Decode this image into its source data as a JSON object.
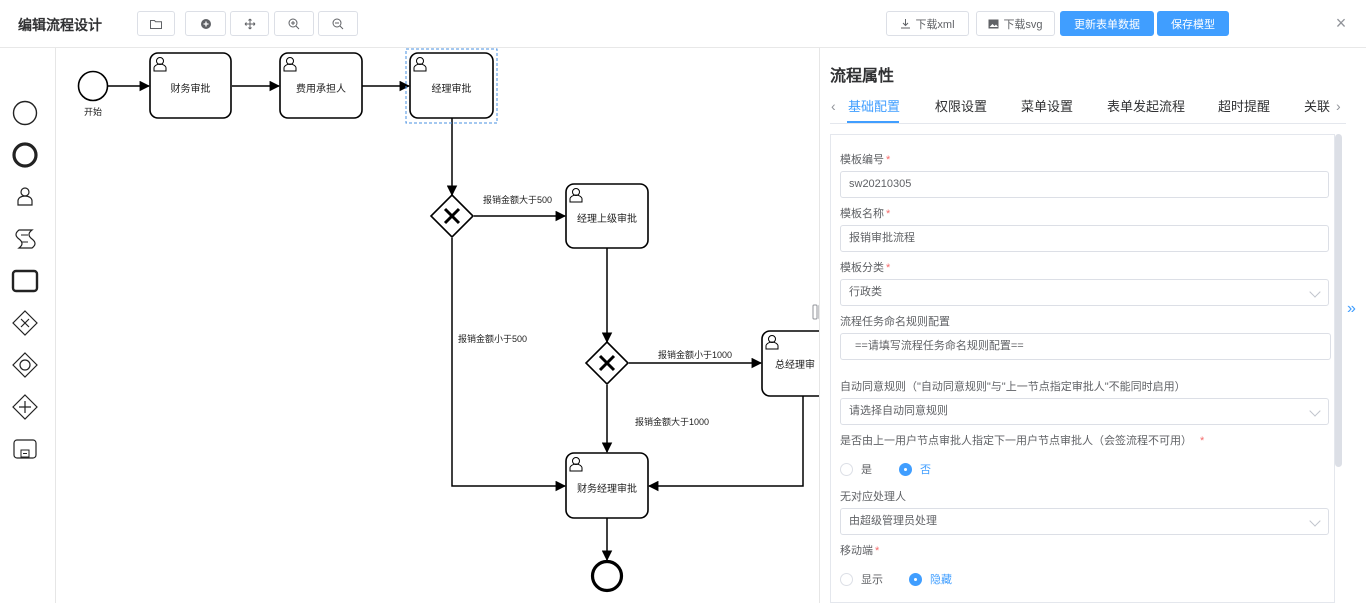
{
  "header": {
    "title": "编辑流程设计",
    "download_xml": "下载xml",
    "download_svg": "下载svg",
    "update_form": "更新表单数据",
    "save_model": "保存模型",
    "close": "×"
  },
  "diagram": {
    "start_label": "开始",
    "tasks": {
      "finance": "财务审批",
      "cost_bearer": "费用承担人",
      "manager": "经理审批",
      "manager_superior": "经理上级审批",
      "general_manager": "总经理审",
      "finance_manager": "财务经理审批"
    },
    "flows": {
      "over_500": "报销金额大于500",
      "under_500": "报销金额小于500",
      "under_1000": "报销金额小于1000",
      "over_1000": "报销金额大于1000"
    }
  },
  "panel": {
    "title": "流程属性",
    "tabs": [
      "基础配置",
      "权限设置",
      "菜单设置",
      "表单发起流程",
      "超时提醒",
      "关联"
    ],
    "active_tab": 0,
    "fields": {
      "template_code_label": "模板编号",
      "template_code_value": "sw20210305",
      "template_name_label": "模板名称",
      "template_name_value": "报销审批流程",
      "template_category_label": "模板分类",
      "template_category_value": "行政类",
      "naming_rule_label": "流程任务命名规则配置",
      "naming_rule_value": "==请填写流程任务命名规则配置==",
      "auto_agree_label": "自动同意规则（\"自动同意规则\"与\"上一节点指定审批人\"不能同时启用）",
      "auto_agree_placeholder": "请选择自动同意规则",
      "assign_next_label": "是否由上一用户节点审批人指定下一用户节点审批人（会签流程不可用）",
      "assign_yes": "是",
      "assign_no": "否",
      "no_handler_label": "无对应处理人",
      "no_handler_value": "由超级管理员处理",
      "mobile_label": "移动端",
      "mobile_show": "显示",
      "mobile_hide": "隐藏"
    }
  }
}
